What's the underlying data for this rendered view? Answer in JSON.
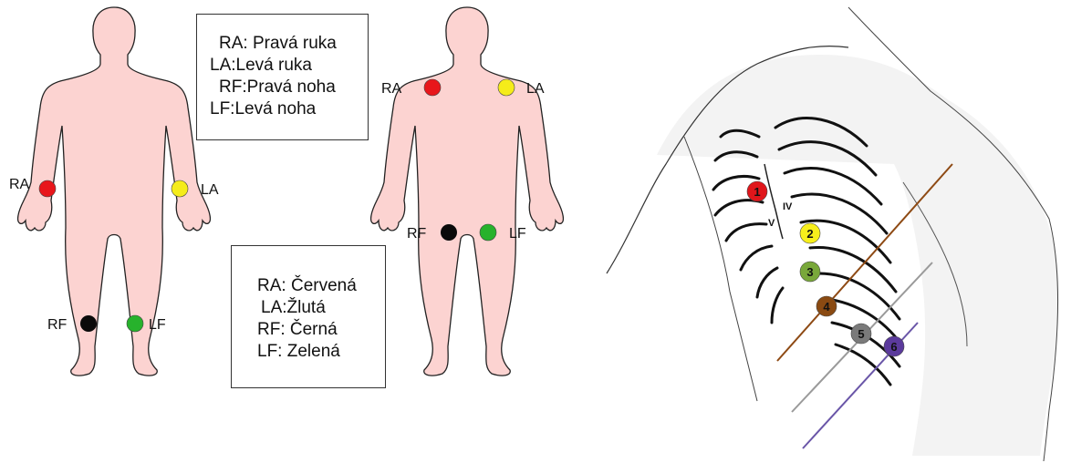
{
  "legend_names": {
    "rows": [
      {
        "key": "RA:",
        "value": "Pravá ruka"
      },
      {
        "key": "LA:",
        "value": "Levá ruka"
      },
      {
        "key": "RF:",
        "value": "Pravá noha"
      },
      {
        "key": "LF:",
        "value": "Levá noha"
      }
    ]
  },
  "legend_colors": {
    "rows": [
      {
        "key": "RA:",
        "value": "Červená"
      },
      {
        "key": "LA:",
        "value": "Žlutá"
      },
      {
        "key": "RF:",
        "value": "Černá"
      },
      {
        "key": "LF:",
        "value": "Zelená"
      }
    ]
  },
  "figure1": {
    "labels": {
      "ra": "RA",
      "la": "LA",
      "rf": "RF",
      "lf": "LF"
    }
  },
  "figure2": {
    "labels": {
      "ra": "RA",
      "la": "LA",
      "rf": "RF",
      "lf": "LF"
    }
  },
  "chest": {
    "electrodes": [
      "1",
      "2",
      "3",
      "4",
      "5",
      "6"
    ],
    "intercostal": {
      "iv": "IV",
      "v": "V"
    }
  },
  "colors": {
    "red": "#e8161b",
    "yellow": "#f5ec1a",
    "black": "#0a0a0a",
    "green": "#27b22c",
    "skin": "#fcd3d1",
    "c1": "#e0161b",
    "c2": "#f7ef1c",
    "c3": "#79a83a",
    "c4": "#8a4a12",
    "c5": "#7a7a7a",
    "c6": "#5b3a9c",
    "line_brown": "#8e4a14",
    "line_gray": "#9a9a9a",
    "line_purple": "#6a56a8"
  }
}
